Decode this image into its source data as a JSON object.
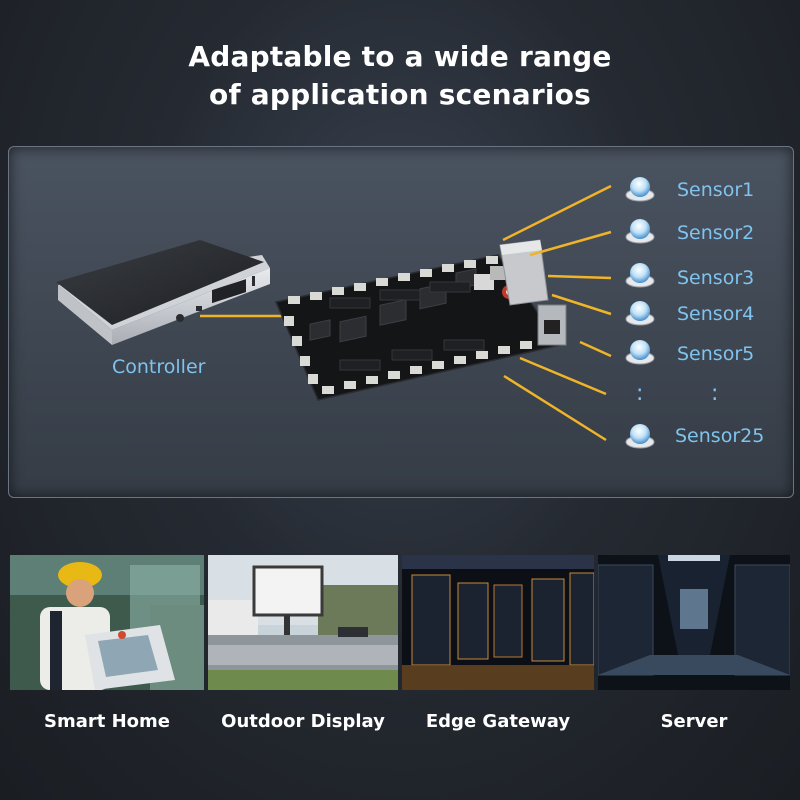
{
  "heading": {
    "line1": "Adaptable to a wide range",
    "line2": "of application scenarios"
  },
  "diagram": {
    "controller_label": "Controller",
    "sensors": [
      "Sensor1",
      "Sensor2",
      "Sensor3",
      "Sensor4",
      "Sensor5",
      "Sensor25"
    ],
    "ellipsis": ":",
    "colors": {
      "connector": "#f0b429",
      "label": "#7fc3ee",
      "panel": "#434b57"
    }
  },
  "scenarios": [
    {
      "label": "Smart Home"
    },
    {
      "label": "Outdoor Display"
    },
    {
      "label": "Edge Gateway"
    },
    {
      "label": "Server"
    }
  ]
}
